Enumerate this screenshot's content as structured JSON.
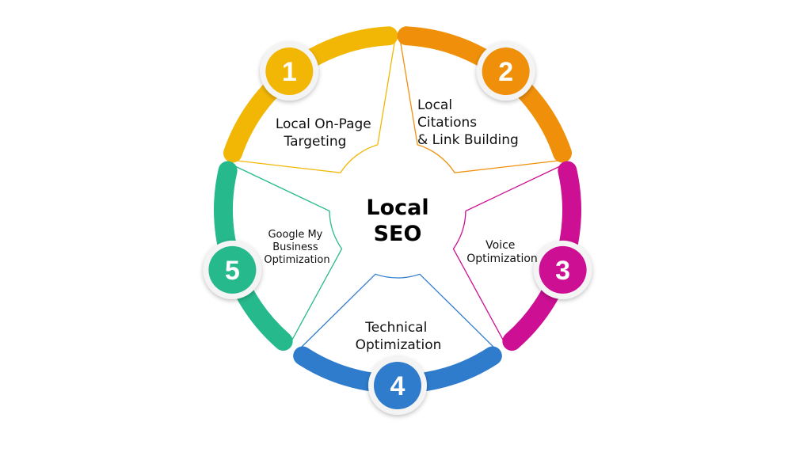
{
  "center": {
    "line1": "Local",
    "line2": "SEO"
  },
  "segments": [
    {
      "number": "1",
      "color": "#F2B705",
      "dark": "#DDA300",
      "lines": [
        "Local On-Page",
        "Targeting"
      ]
    },
    {
      "number": "2",
      "color": "#F0900A",
      "dark": "#E0820A",
      "lines": [
        "Local",
        "Citations",
        "& Link Building"
      ]
    },
    {
      "number": "3",
      "color": "#CC0F93",
      "dark": "#B70E84",
      "lines": [
        "Voice",
        "Optimization"
      ]
    },
    {
      "number": "4",
      "color": "#2F7CCC",
      "dark": "#2A6FB8",
      "lines": [
        "Technical",
        "Optimization"
      ]
    },
    {
      "number": "5",
      "color": "#26B98C",
      "dark": "#22A27C",
      "lines": [
        "Google My",
        "Business",
        "Optimization"
      ]
    }
  ]
}
